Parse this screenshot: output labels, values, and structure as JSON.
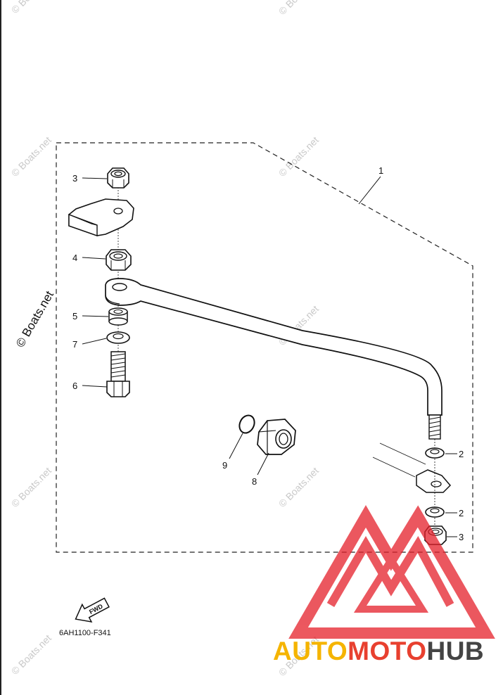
{
  "diagram": {
    "part_code": "6AH1100-F341",
    "fwd_label": "FWD",
    "callouts": [
      "1",
      "2",
      "2",
      "3",
      "3",
      "4",
      "5",
      "6",
      "7",
      "8",
      "9"
    ]
  },
  "watermark": {
    "text": "© Boats.net"
  },
  "brand": {
    "part1": "AUTO",
    "part2": "MOTO",
    "part3": "HUB",
    "colors": {
      "part1": "#f5b400",
      "part2": "#e8402f",
      "part3": "#444444",
      "logo": "#e5202a"
    }
  },
  "icons": [
    "fwd-arrow-icon",
    "automotohub-logo-icon"
  ]
}
